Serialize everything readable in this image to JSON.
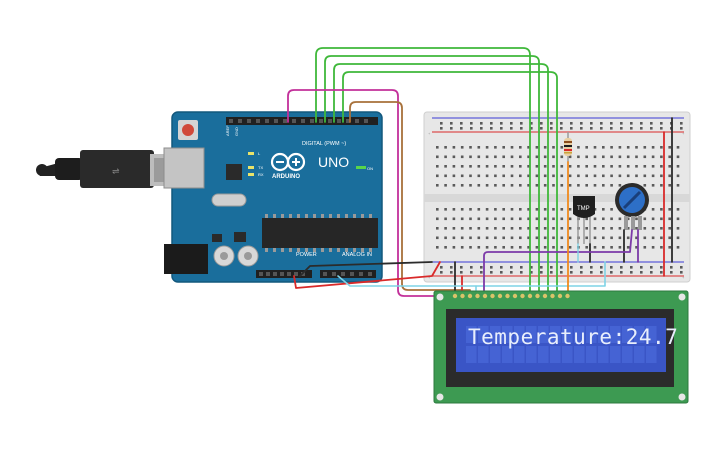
{
  "arduino": {
    "brand": "ARDUINO",
    "model": "UNO",
    "digital_label": "DIGITAL (PWM ~)",
    "power_label": "POWER",
    "analog_label": "ANALOG IN",
    "on_label": "ON",
    "tx_label": "TX",
    "rx_label": "RX",
    "l_label": "L",
    "aref_label": "AREF",
    "gnd_label": "GND"
  },
  "sensor": {
    "label": "TMP"
  },
  "lcd": {
    "text": "Temperature:24.7"
  },
  "colors": {
    "arduino_board": "#1a6e9c",
    "breadboard": "#e7e7e7",
    "lcd_pcb": "#3d9a52",
    "lcd_screen": "#3a55c6",
    "wire_green": "#3fb83a",
    "wire_magenta": "#c2309a",
    "wire_brown": "#a8713a",
    "wire_red": "#d92a2a",
    "wire_black": "#2b2b2b",
    "wire_purple": "#7c3aa8",
    "wire_cyan": "#7fd3e6",
    "wire_orange": "#f08a1e",
    "potentiometer": "#2d6fc7"
  }
}
